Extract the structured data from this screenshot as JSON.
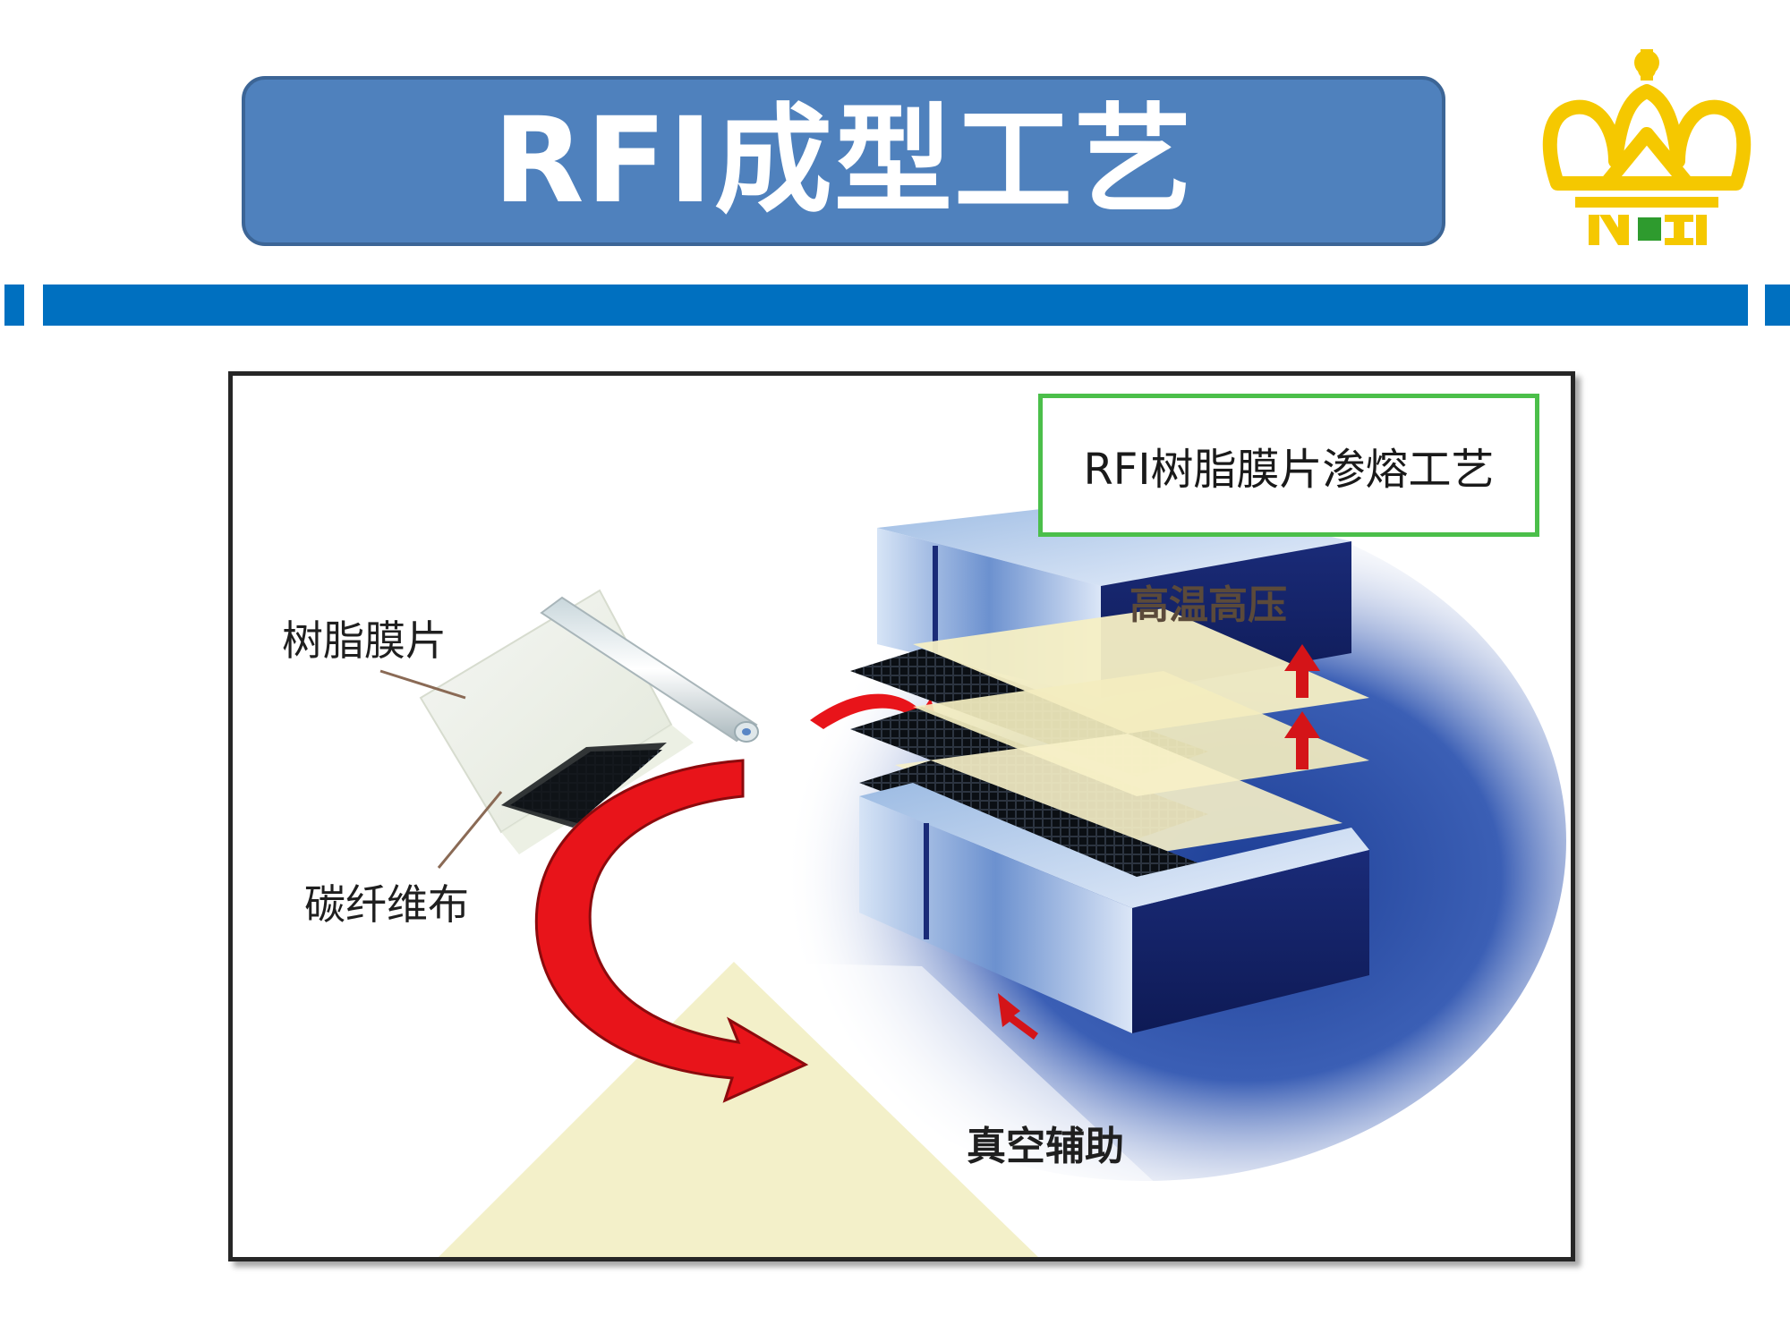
{
  "header": {
    "title": "RFI成型工艺"
  },
  "diagram": {
    "process_name": "RFI树脂膜片渗熔工艺",
    "labels": {
      "resin_film": "树脂膜片",
      "carbon_fabric": "碳纤维布",
      "high_temp_pressure": "高温高压",
      "vacuum_assist": "真空辅助"
    }
  },
  "colors": {
    "title_fill": "#4f81bd",
    "accent_bar": "#0070c0",
    "logo": "#f5c800",
    "arrow": "#e8141a",
    "frame_border": "#4bbf4a"
  }
}
